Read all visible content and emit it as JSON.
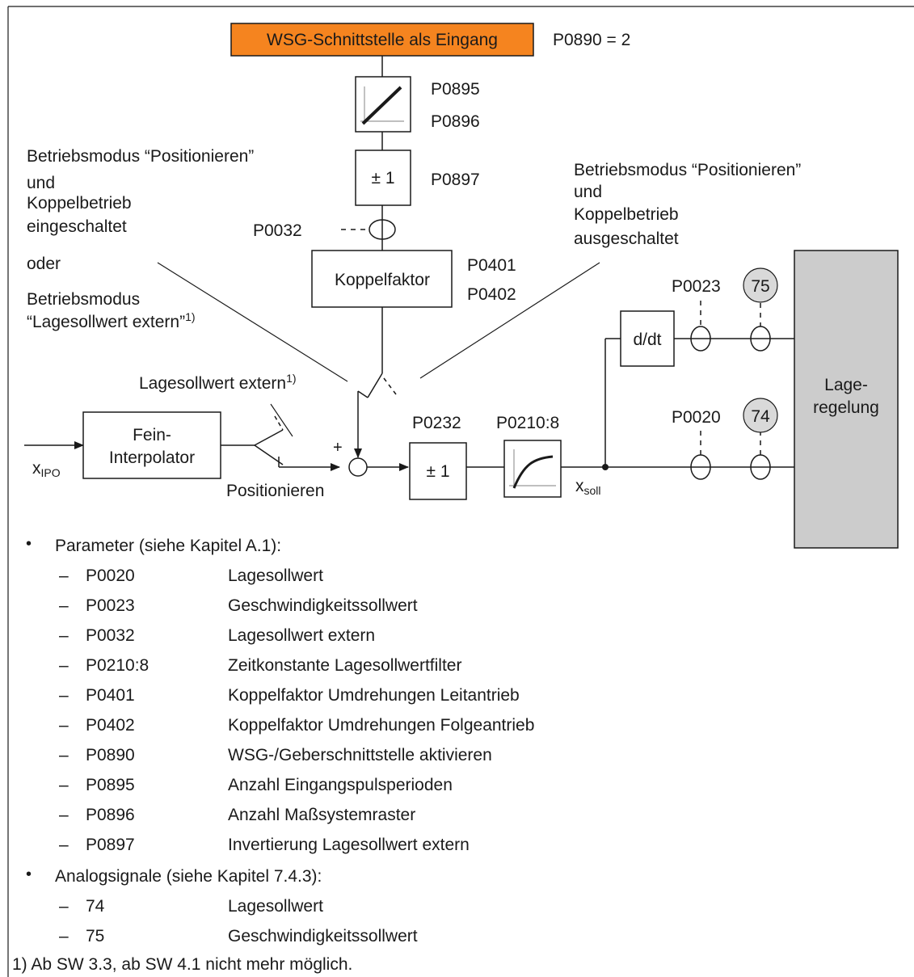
{
  "colors": {
    "interface_box": "#F5841F",
    "control_box": "#CCCCCC",
    "signal_circle": "#D9D9D9",
    "line": "#1a1a1a"
  },
  "diagram": {
    "interface_box_label": "WSG-Schnittstelle als Eingang",
    "p0890_assignment": "P0890 = 2",
    "scaling_params": [
      "P0895",
      "P0896"
    ],
    "invert_box_label": "± 1",
    "invert_param": "P0897",
    "p0032_label": "P0032",
    "coupling_box_label": "Koppelfaktor",
    "coupling_params": [
      "P0401",
      "P0402"
    ],
    "left_note": {
      "line1": "Betriebsmodus “Positionieren”",
      "line2": "und",
      "line3": "Koppelbetrieb",
      "line4": "eingeschaltet",
      "or": "oder",
      "line5": "Betriebsmodus",
      "line6": "“Lagesollwert extern”",
      "line6_sup": "1)"
    },
    "right_note": {
      "line1": "Betriebsmodus “Positionieren”",
      "line2": "und",
      "line3": "Koppelbetrieb",
      "line4": "ausgeschaltet"
    },
    "switch_extern_label": "Lagesollwert extern",
    "switch_extern_sup": "1)",
    "switch_pos_label": "Positionieren",
    "x_ipo_main": "x",
    "x_ipo_sub": "IPO",
    "fein_line1": "Fein-",
    "fein_line2": "Interpolator",
    "plus_sign": "+",
    "p0232_label": "P0232",
    "invert2_box_label": "± 1",
    "filter_param": "P0210:8",
    "x_soll_main": "x",
    "x_soll_sub": "soll",
    "ddt_label": "d/dt",
    "p0023_label": "P0023",
    "p0020_label": "P0020",
    "signal_75": "75",
    "signal_74": "74",
    "control_line1": "Lage-",
    "control_line2": "regelung"
  },
  "legend": {
    "params_heading": "Parameter (siehe Kapitel A.1):",
    "params": [
      {
        "code": "P0020",
        "desc": "Lagesollwert"
      },
      {
        "code": "P0023",
        "desc": "Geschwindigkeitssollwert"
      },
      {
        "code": "P0032",
        "desc": "Lagesollwert extern"
      },
      {
        "code": "P0210:8",
        "desc": "Zeitkonstante Lagesollwertfilter"
      },
      {
        "code": "P0401",
        "desc": "Koppelfaktor Umdrehungen Leitantrieb"
      },
      {
        "code": "P0402",
        "desc": "Koppelfaktor Umdrehungen Folgeantrieb"
      },
      {
        "code": "P0890",
        "desc": "WSG-/Geberschnittstelle aktivieren"
      },
      {
        "code": "P0895",
        "desc": "Anzahl Eingangspulsperioden"
      },
      {
        "code": "P0896",
        "desc": "Anzahl Maßsystemraster"
      },
      {
        "code": "P0897",
        "desc": "Invertierung Lagesollwert extern"
      }
    ],
    "analog_heading": "Analogsignale (siehe Kapitel 7.4.3):",
    "analog": [
      {
        "code": "74",
        "desc": "Lagesollwert"
      },
      {
        "code": "75",
        "desc": "Geschwindigkeitssollwert"
      }
    ],
    "dash": "–",
    "bullet": "•",
    "footnote": "1) Ab SW 3.3, ab SW 4.1 nicht mehr möglich."
  }
}
